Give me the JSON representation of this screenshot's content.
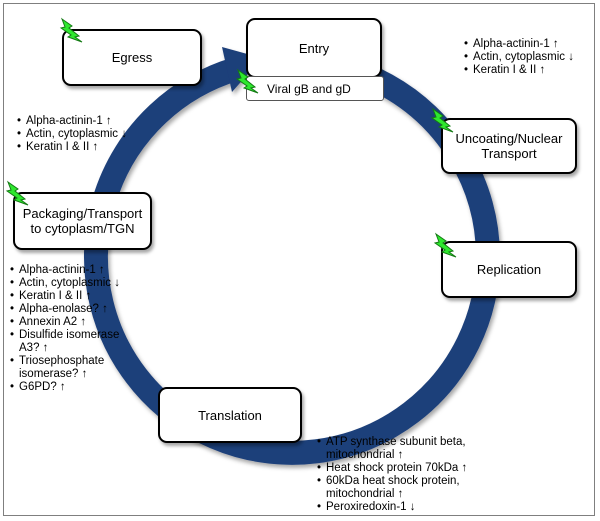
{
  "stages": {
    "entry": "Entry",
    "uncoating": "Uncoating/Nuclear\nTransport",
    "replication": "Replication",
    "translation": "Translation",
    "packaging": "Packaging/Transport\nto cytoplasm/TGN",
    "egress": "Egress"
  },
  "viral_box": "Viral gB and gD",
  "lists": {
    "entry": [
      "Alpha-actinin-1 ↑",
      "Actin, cytoplasmic ↓",
      "Keratin I & II ↑"
    ],
    "egress": [
      "Alpha-actinin-1 ↑",
      "Actin, cytoplasmic ↓",
      "Keratin I & II ↑"
    ],
    "packaging": [
      "Alpha-actinin-1 ↑",
      "Actin, cytoplasmic ↓",
      "Keratin I & II ↑",
      "Alpha-enolase? ↑",
      "Annexin A2 ↑",
      "Disulfide isomerase A3? ↑",
      "Triosephosphate isomerase? ↑",
      "G6PD? ↑"
    ],
    "translation": [
      "ATP synthase subunit beta, mitochondrial ↑",
      "Heat shock protein 70kDa ↑",
      "60kDa heat shock protein, mitochondrial ↑",
      "Peroxiredoxin-1 ↓"
    ]
  },
  "colors": {
    "arrow": "#1f3f7a",
    "bolt_fill": "#2ee82e",
    "bolt_stroke": "#147a14"
  },
  "icons": [
    "lightning-bolt-icon"
  ]
}
